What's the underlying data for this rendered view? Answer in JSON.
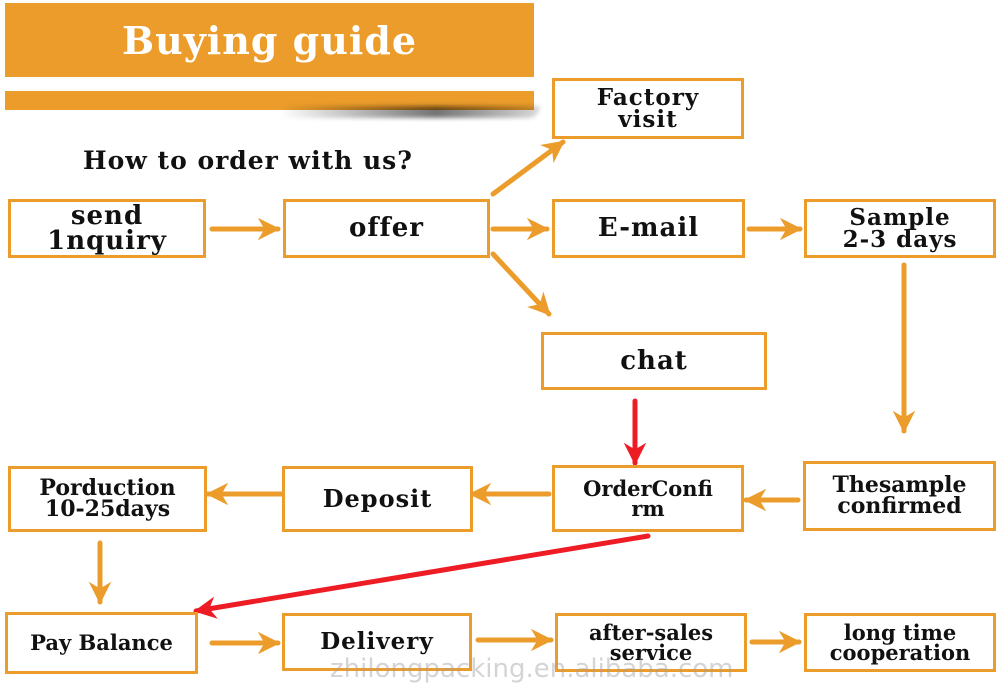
{
  "header": {
    "title": "Buying guide",
    "subtitle": "How to order with us?"
  },
  "steps": {
    "send_inquiry": "send\n1nquiry",
    "offer": "offer",
    "factory_visit": "Factory\nvisit",
    "email": "E-mail",
    "chat": "chat",
    "sample": "Sample\n2-3 days",
    "sample_confirmed": "Thesample\nconfirmed",
    "order_confirm": "OrderConfi\nrm",
    "deposit": "Deposit",
    "production": "Porduction\n10-25days",
    "pay_balance": "Pay Balance",
    "delivery": "Delivery",
    "after_sales": "after-sales\nservice",
    "long_time": "long time\ncooperation"
  },
  "colors": {
    "accent": "#eb9c2b",
    "highlight_arrow": "#ee1c24"
  },
  "watermark": "zhilongpacking.en.alibaba.com"
}
